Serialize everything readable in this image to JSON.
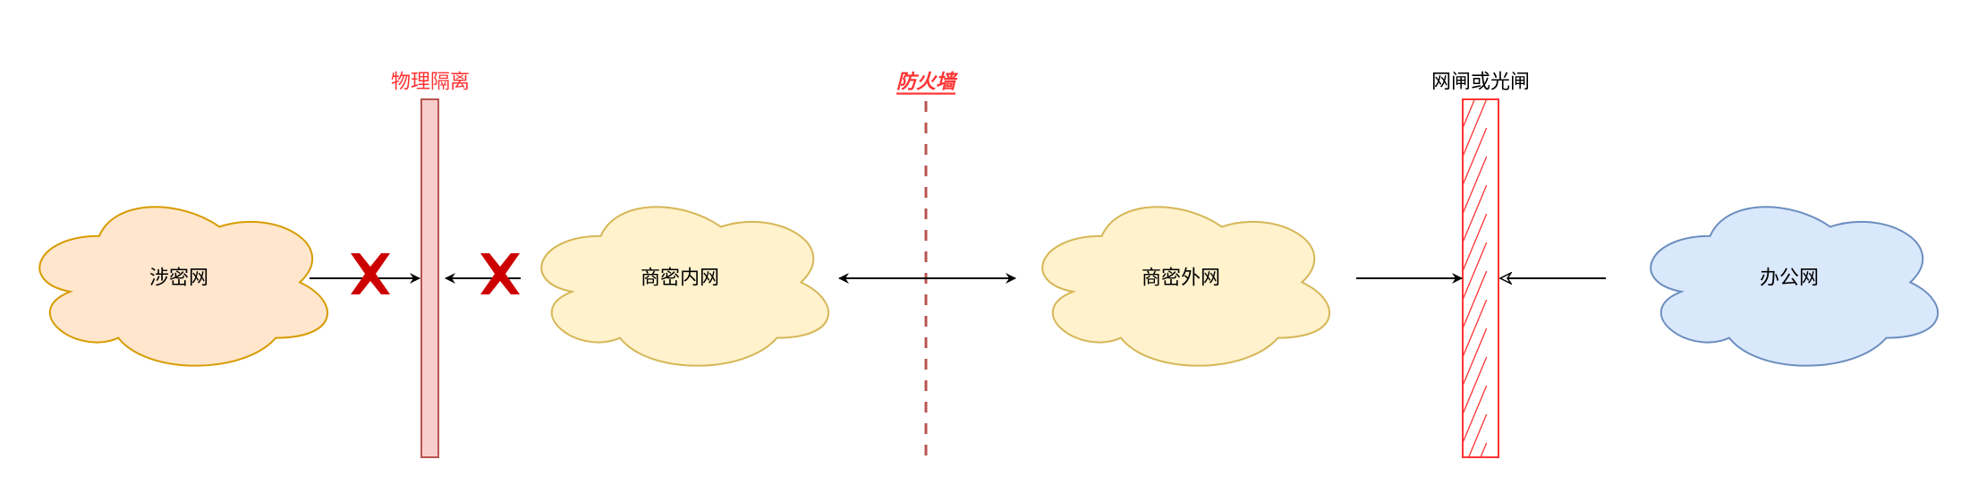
{
  "clouds": {
    "classified": {
      "label": "涉密网",
      "fill": "#ffe6cc",
      "stroke": "#d79b00"
    },
    "commercial_internal": {
      "label": "商密内网",
      "fill": "#fff2cc",
      "stroke": "#d6b656"
    },
    "commercial_external": {
      "label": "商密外网",
      "fill": "#fff2cc",
      "stroke": "#d6b656"
    },
    "office": {
      "label": "办公网",
      "fill": "#dae8fc",
      "stroke": "#6c8ebf"
    }
  },
  "barriers": {
    "physical_isolation": {
      "label": "物理隔离",
      "fill": "#f8cecc",
      "stroke": "#b85450",
      "label_color": "#ff3333"
    },
    "firewall": {
      "label": "防火墙",
      "stroke": "#b85450",
      "label_color": "#ff3333"
    },
    "gatekeeper": {
      "label": "网闸或光闸",
      "stroke": "#ff3333",
      "label_color": "#000000"
    }
  },
  "blocked_mark_color": "#cc0000"
}
